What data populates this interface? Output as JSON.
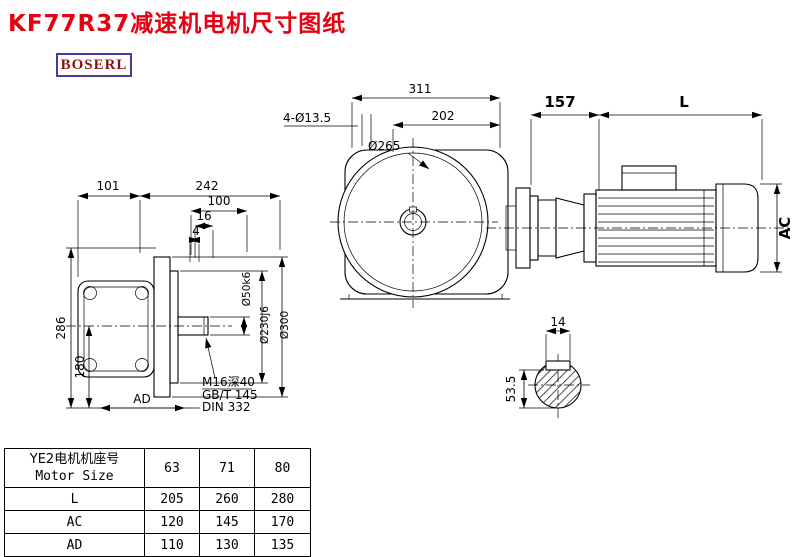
{
  "page": {
    "title": "KF77R37减速机电机尺寸图纸",
    "logo": "BOSERL"
  },
  "colors": {
    "title_red": "#e60012",
    "logo_text": "#8a1010",
    "logo_border": "#4a3a9a",
    "line": "#000000"
  },
  "dims": {
    "d311": "311",
    "d202": "202",
    "holes": "4-Ø13.5",
    "flange_dia": "Ø265",
    "d157": "157",
    "motor_len": "L",
    "motor_ac": "AC",
    "d101": "101",
    "d242": "242",
    "d100": "100",
    "d16": "16",
    "d4": "4",
    "d286": "286",
    "d180": "180",
    "dAD": "AD",
    "shaft_dia": "Ø50k6",
    "spigot_dia": "Ø230j6",
    "flange_od": "Ø300",
    "tap_note": "M16深40",
    "std_gb": "GB/T 145",
    "std_din": "DIN 332",
    "key_w": "14",
    "key_h": "53.5"
  },
  "table": {
    "header_cn": "YE2电机机座号",
    "header_en": "Motor Size",
    "sizes": [
      "63",
      "71",
      "80"
    ],
    "rows": [
      {
        "label": "L",
        "values": [
          "205",
          "260",
          "280"
        ]
      },
      {
        "label": "AC",
        "values": [
          "120",
          "145",
          "170"
        ]
      },
      {
        "label": "AD",
        "values": [
          "110",
          "130",
          "135"
        ]
      }
    ]
  }
}
